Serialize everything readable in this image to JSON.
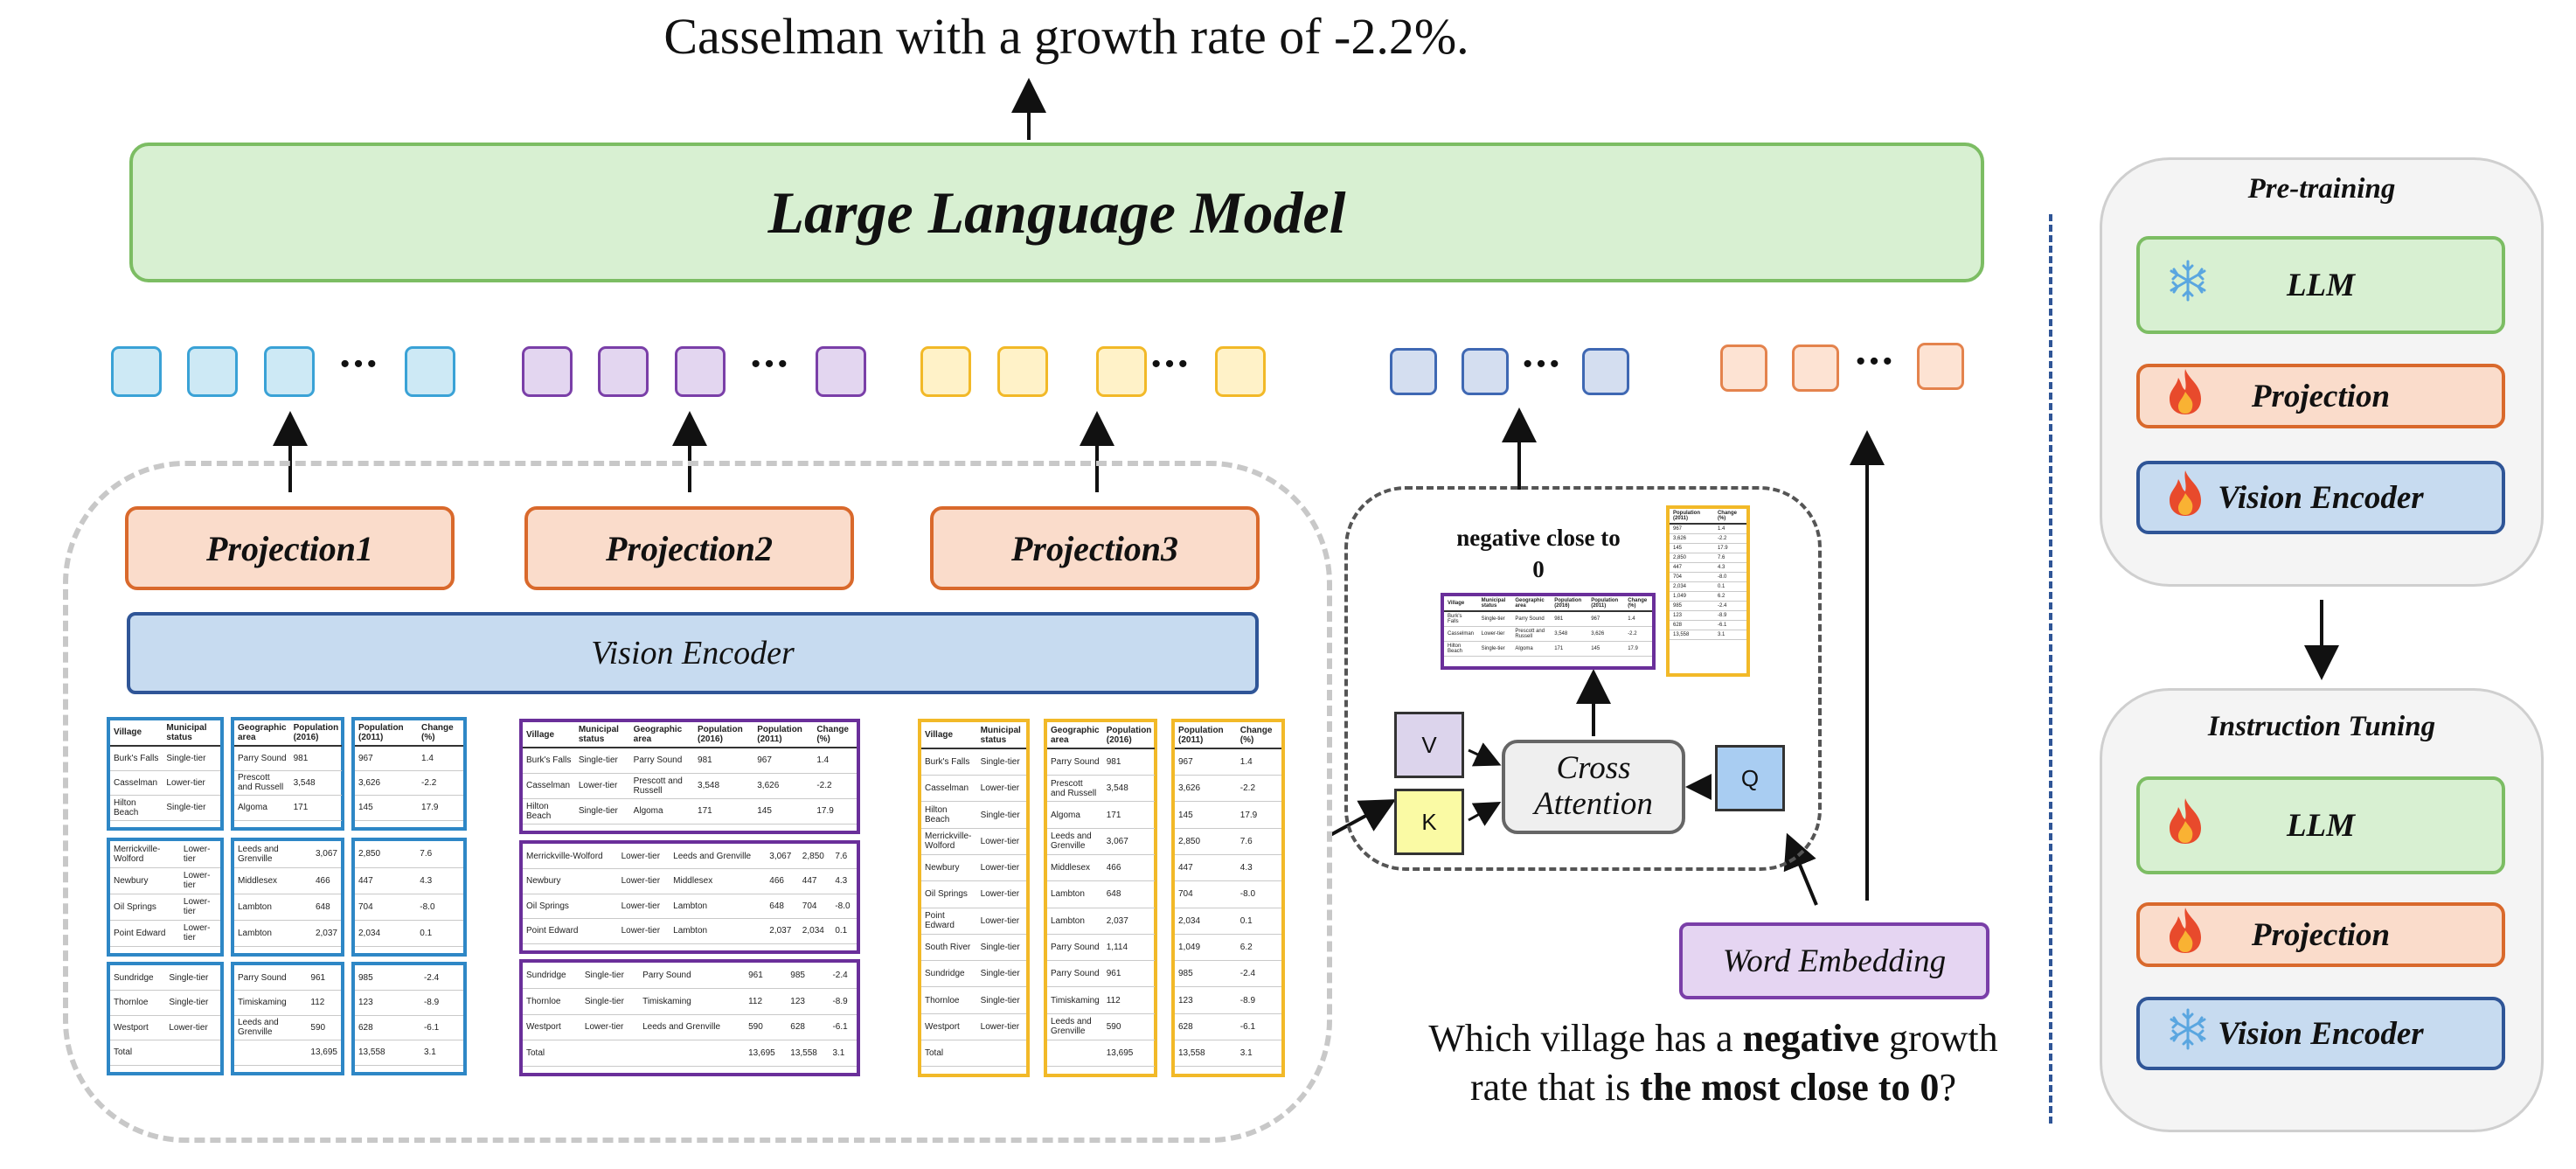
{
  "output_text": "Casselman with a growth rate of -2.2%.",
  "llm_label": "Large Language Model",
  "token_groups": [
    {
      "color": "blue"
    },
    {
      "color": "purple"
    },
    {
      "color": "yellow"
    },
    {
      "color": "navy"
    },
    {
      "color": "orange"
    }
  ],
  "ellipsis": "···",
  "projections": [
    "Projection1",
    "Projection2",
    "Projection3"
  ],
  "vision_encoder_label": "Vision Encoder",
  "table": {
    "headers": [
      "Village",
      "Municipal status",
      "Geographic area",
      "Population (2016)",
      "Population (2011)",
      "Change (%)"
    ],
    "rows": [
      [
        "Burk's Falls",
        "Single-tier",
        "Parry Sound",
        "981",
        "967",
        "1.4"
      ],
      [
        "Casselman",
        "Lower-tier",
        "Prescott and Russell",
        "3,548",
        "3,626",
        "-2.2"
      ],
      [
        "Hilton Beach",
        "Single-tier",
        "Algoma",
        "171",
        "145",
        "17.9"
      ],
      [
        "Merrickville-Wolford",
        "Lower-tier",
        "Leeds and Grenville",
        "3,067",
        "2,850",
        "7.6"
      ],
      [
        "Newbury",
        "Lower-tier",
        "Middlesex",
        "466",
        "447",
        "4.3"
      ],
      [
        "Oil Springs",
        "Lower-tier",
        "Lambton",
        "648",
        "704",
        "-8.0"
      ],
      [
        "Point Edward",
        "Lower-tier",
        "Lambton",
        "2,037",
        "2,034",
        "0.1"
      ],
      [
        "Sundridge",
        "Single-tier",
        "Parry Sound",
        "961",
        "985",
        "-2.4"
      ],
      [
        "Thornloe",
        "Single-tier",
        "Timiskaming",
        "112",
        "123",
        "-8.9"
      ],
      [
        "Westport",
        "Lower-tier",
        "Leeds and Grenville",
        "590",
        "628",
        "-6.1"
      ],
      [
        "Total",
        "",
        "",
        "13,695",
        "13,558",
        "3.1"
      ]
    ],
    "yellow_extra_row": [
      "South River",
      "Single-tier",
      "Parry Sound",
      "1,114",
      "1,049",
      "6.2"
    ]
  },
  "cross_attention": {
    "negative_label": "negative close to 0",
    "v_label": "V",
    "k_label": "K",
    "q_label": "Q",
    "cross_label_1": "Cross",
    "cross_label_2": "Attention",
    "mini_rows": [
      [
        "Burk's Falls",
        "Single-tier",
        "Parry Sound",
        "981",
        "967",
        "1.4"
      ],
      [
        "Casselman",
        "Lower-tier",
        "Prescott and Russell",
        "3,548",
        "3,626",
        "-2.2"
      ],
      [
        "Hilton Beach",
        "Single-tier",
        "Algoma",
        "171",
        "145",
        "17.9"
      ]
    ],
    "yellow_cols": [
      "Population (2011)",
      "Change (%)"
    ],
    "yellow_rows": [
      [
        "967",
        "1.4"
      ],
      [
        "3,626",
        "-2.2"
      ],
      [
        "145",
        "17.9"
      ],
      [
        "2,850",
        "7.6"
      ],
      [
        "447",
        "4.3"
      ],
      [
        "704",
        "-8.0"
      ],
      [
        "2,034",
        "0.1"
      ],
      [
        "1,049",
        "6.2"
      ],
      [
        "985",
        "-2.4"
      ],
      [
        "123",
        "-8.9"
      ],
      [
        "628",
        "-6.1"
      ],
      [
        "13,558",
        "3.1"
      ]
    ]
  },
  "word_embedding_label": "Word Embedding",
  "question": {
    "part1": "Which village has a ",
    "bold1": "negative",
    "part2": " growth rate that is ",
    "bold2": "the most close to 0",
    "part3": "?"
  },
  "pretraining": {
    "title": "Pre-training",
    "llm": "LLM",
    "projection": "Projection",
    "vision_encoder": "Vision Encoder"
  },
  "instruction_tuning": {
    "title": "Instruction Tuning",
    "llm": "LLM",
    "projection": "Projection",
    "vision_encoder": "Vision Encoder"
  },
  "colors": {
    "llm_green": "#d8f0d2",
    "projection_orange": "#fadccb",
    "encoder_blue": "#c7dbf0",
    "word_embedding_purple": "#e5d5f2"
  }
}
